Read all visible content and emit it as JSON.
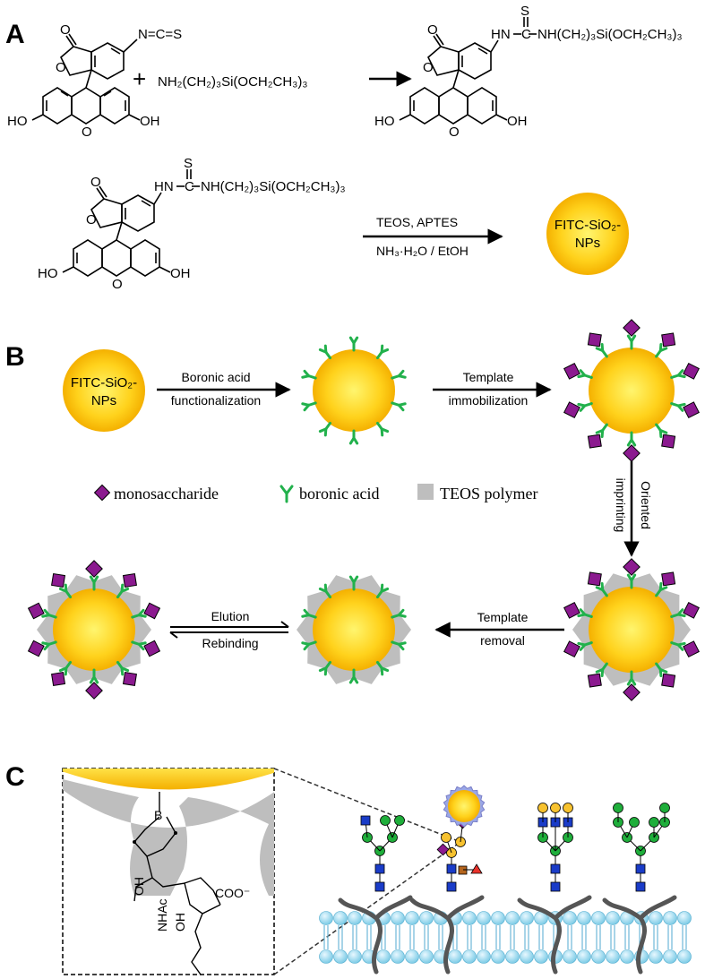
{
  "panels": {
    "a": "A",
    "b": "B",
    "c": "C"
  },
  "panel_a": {
    "ncs": "N=C=S",
    "plus": "+",
    "aptes_reagent": "NH₂(CH₂)₃Si(OCH₂CH₃)₃",
    "product_substituent": "NH(CH₂)₃Si(OCH₂CH₃)₃",
    "hn": "HN",
    "thio_s": "S",
    "thio_c": "C",
    "ho": "HO",
    "oh": "OH",
    "carbonyl_o": "O",
    "ring_o": "O",
    "cond_top": "TEOS, APTES",
    "cond_bottom": "NH₃·H₂O / EtOH",
    "np_line1": "FITC-SiO₂-",
    "np_line2": "NPs"
  },
  "panel_b": {
    "np_line1": "FITC-SiO₂-",
    "np_line2": "NPs",
    "step1_top": "Boronic acid",
    "step1_bottom": "functionalization",
    "step2_top": "Template",
    "step2_bottom": "immobilization",
    "step3_top": "Oriented",
    "step3_bottom": "imprinting",
    "step4_top": "Template",
    "step4_bottom": "removal",
    "step5_top": "Elution",
    "step5_bottom": "Rebinding",
    "legend": [
      "monosaccharide",
      "boronic acid",
      "TEOS polymer"
    ]
  },
  "panel_c": {
    "boron": "B",
    "oh1": "OH",
    "oh2": "OH",
    "nhac": "NHAc",
    "coo": "COO⁻"
  },
  "colors": {
    "np_gold": "#f7b900",
    "np_center": "#fff36b",
    "boronic_green": "#22b14c",
    "monosaccharide_purple": "#8b1a8f",
    "teos_gray": "#bebebe",
    "membrane_blue": "#8dd3ec",
    "glc_blue": "#1a3cc8",
    "man_green": "#1fae3b",
    "gal_yellow": "#f7c22f",
    "fuc_red": "#e8322b",
    "protein_gray": "#555555"
  }
}
